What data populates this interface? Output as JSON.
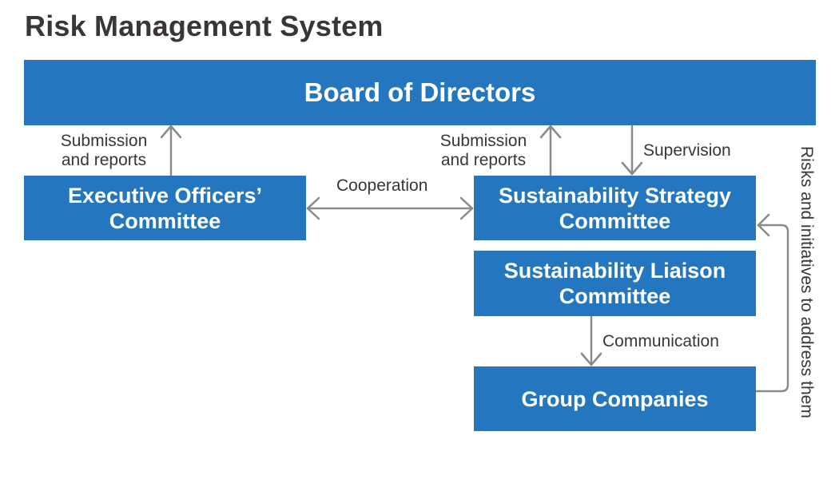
{
  "title": "Risk Management System",
  "nodes": {
    "board": {
      "label": "Board of Directors"
    },
    "executive": {
      "line1": "Executive Officers’",
      "line2": "Committee"
    },
    "strategy": {
      "line1": "Sustainability Strategy",
      "line2": "Committee"
    },
    "liaison": {
      "line1": "Sustainability Liaison",
      "line2": "Committee"
    },
    "group": {
      "label": "Group Companies"
    }
  },
  "edges": {
    "exec_to_board": {
      "line1": "Submission",
      "line2": "and reports"
    },
    "strategy_to_board": {
      "line1": "Submission",
      "line2": "and reports"
    },
    "board_to_strategy": {
      "label": "Supervision"
    },
    "exec_strategy": {
      "label": "Cooperation"
    },
    "liaison_to_group": {
      "label": "Communication"
    },
    "group_to_strategy": {
      "label": "Risks and initiatives to address them"
    }
  },
  "colors": {
    "box": "#2477bf",
    "arrow": "#8a8a8a",
    "text": "#3a3536"
  }
}
